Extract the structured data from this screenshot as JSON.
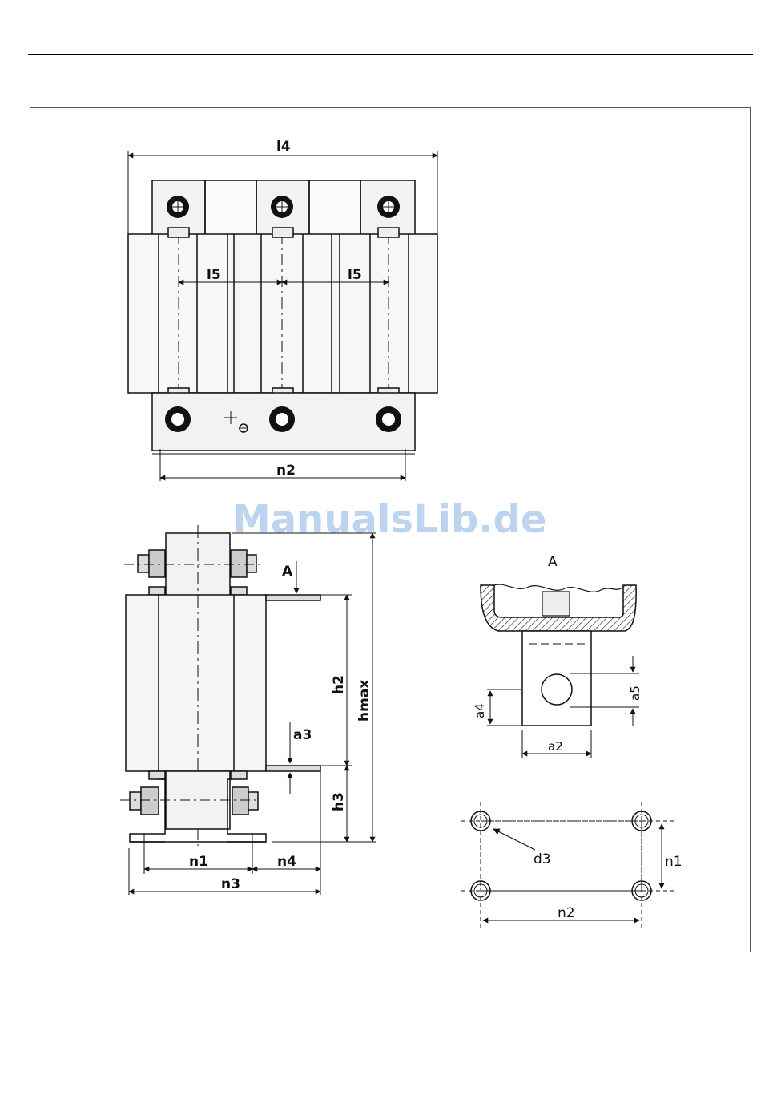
{
  "watermark": "ManualsLib.de",
  "colors": {
    "line": "#111111",
    "fill_light": "#f2f2f2",
    "fill_mid": "#dddddd",
    "watermark": "#bcd4f0"
  },
  "top_view": {
    "l4": "l4",
    "l5_left": "l5",
    "l5_right": "l5",
    "n2": "n2"
  },
  "side_view": {
    "A": "A",
    "h2": "h2",
    "hmax": "hmax",
    "a3": "a3",
    "h3": "h3",
    "n1": "n1",
    "n4": "n4",
    "n3": "n3"
  },
  "detail_A": {
    "title": "A",
    "a4": "a4",
    "a5": "a5",
    "a2": "a2"
  },
  "hole_pattern": {
    "d3": "d3",
    "n1": "n1",
    "n2": "n2"
  }
}
